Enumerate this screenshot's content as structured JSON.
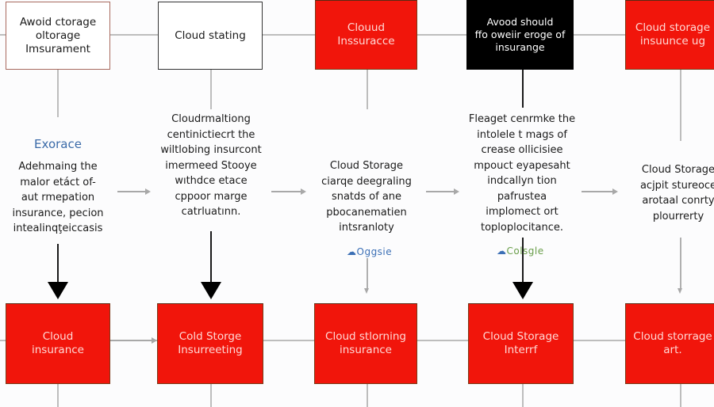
{
  "diagram": {
    "top_row": [
      {
        "label_lines": [
          "Awoid ctorage",
          "oltorage",
          "Imsurament"
        ],
        "style": "outline-red"
      },
      {
        "label_lines": [
          "Cloud stating"
        ],
        "style": "outline-dark"
      },
      {
        "label_lines": [
          "Clouud",
          "Inssuracce"
        ],
        "style": "red"
      },
      {
        "label_lines": [
          "Avood should",
          "ffo oweiir eroge of",
          "insurange"
        ],
        "style": "black"
      },
      {
        "label_lines": [
          "Cloud storage",
          "insuunce ug"
        ],
        "style": "red"
      }
    ],
    "middle_row": [
      {
        "heading": "Exorace",
        "text_lines": [
          "Adehmaing the",
          "malor etáct of-",
          "aut rmepation",
          "insurance, pecion",
          "intealinqţeiccasis"
        ]
      },
      {
        "text_lines": [
          "Cloudrmaltiong",
          "centinictiecrt the",
          "wiltlobing insurcont",
          "imermeed Stooye",
          "wıthdce etace",
          "cppoor marge",
          "catrluatınn."
        ]
      },
      {
        "text_lines": [
          "Cloud Storage",
          "ciarqe deegraling",
          "snatds of ane",
          "pbocanematien",
          "intsranloty"
        ],
        "logo": "Oggsie"
      },
      {
        "text_lines": [
          "Fleaget cenrmke the",
          "intolele t mags of",
          "crease ollicisiee",
          "mpouct eyapesaht",
          "indcallyn tion",
          "pafrustea",
          "implomect ort",
          "toploplocitance."
        ],
        "logo": "Colsgle"
      },
      {
        "text_lines": [
          "Cloud Storage",
          "acjpit stureoce",
          "arotaal conrty",
          "plourrerty"
        ]
      }
    ],
    "bottom_row": [
      {
        "label_lines": [
          "Cloud",
          "insurance"
        ],
        "style": "red"
      },
      {
        "label_lines": [
          "Cold Storge",
          "Insurreeting"
        ],
        "style": "red"
      },
      {
        "label_lines": [
          "Cloud stlorning",
          "insurance"
        ],
        "style": "red"
      },
      {
        "label_lines": [
          "Cloud Storage",
          "Interrf"
        ],
        "style": "red"
      },
      {
        "label_lines": [
          "Cloud storrage",
          "art."
        ],
        "style": "red"
      }
    ],
    "colors": {
      "accent_red": "#f1150b",
      "heading_blue": "#3a6aa8",
      "connector_gray": "#bdbdbd",
      "black": "#000000"
    }
  }
}
